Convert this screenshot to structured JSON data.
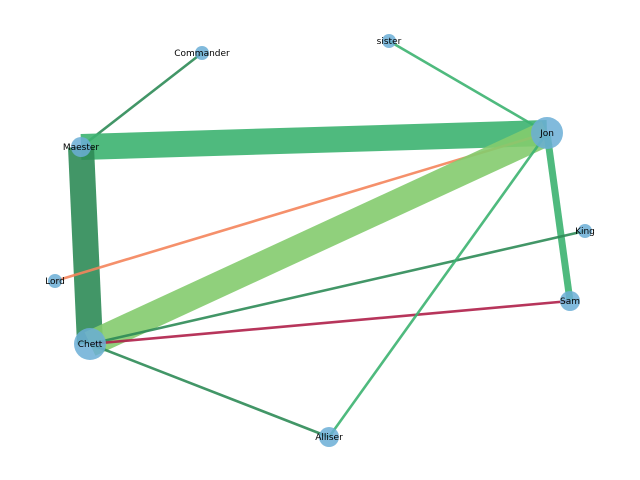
{
  "graph": {
    "nodes": [
      {
        "id": "Commander",
        "label": "Commander",
        "size": "small"
      },
      {
        "id": "sister",
        "label": "sister",
        "size": "small"
      },
      {
        "id": "Maester",
        "label": "Maester",
        "size": "medium"
      },
      {
        "id": "Jon",
        "label": "Jon",
        "size": "large"
      },
      {
        "id": "King",
        "label": "King",
        "size": "small"
      },
      {
        "id": "Lord",
        "label": "Lord",
        "size": "small"
      },
      {
        "id": "Sam",
        "label": "Sam",
        "size": "medium"
      },
      {
        "id": "Chett",
        "label": "Chett",
        "size": "large"
      },
      {
        "id": "Alliser",
        "label": "Alliser",
        "size": "medium"
      }
    ],
    "edges": [
      {
        "source": "Maester",
        "target": "Commander",
        "width": "thin",
        "color": "#2e8b57"
      },
      {
        "source": "sister",
        "target": "Jon",
        "width": "thin",
        "color": "#3cb371"
      },
      {
        "source": "Maester",
        "target": "Jon",
        "width": "very thick",
        "color": "#3cb371"
      },
      {
        "source": "Maester",
        "target": "Chett",
        "width": "very thick",
        "color": "#2e8b57"
      },
      {
        "source": "Lord",
        "target": "Jon",
        "width": "thin",
        "color": "#f4855c"
      },
      {
        "source": "Chett",
        "target": "Jon",
        "width": "very thick",
        "color": "#84cc6e"
      },
      {
        "source": "Jon",
        "target": "Sam",
        "width": "medium",
        "color": "#3cb371"
      },
      {
        "source": "Chett",
        "target": "King",
        "width": "thin",
        "color": "#2e8b57"
      },
      {
        "source": "Chett",
        "target": "Sam",
        "width": "thin",
        "color": "#b0204a"
      },
      {
        "source": "Chett",
        "target": "Alliser",
        "width": "thin",
        "color": "#2e8b57"
      },
      {
        "source": "Alliser",
        "target": "Jon",
        "width": "thin",
        "color": "#3cb371"
      }
    ],
    "node_color": "#6baed6"
  }
}
